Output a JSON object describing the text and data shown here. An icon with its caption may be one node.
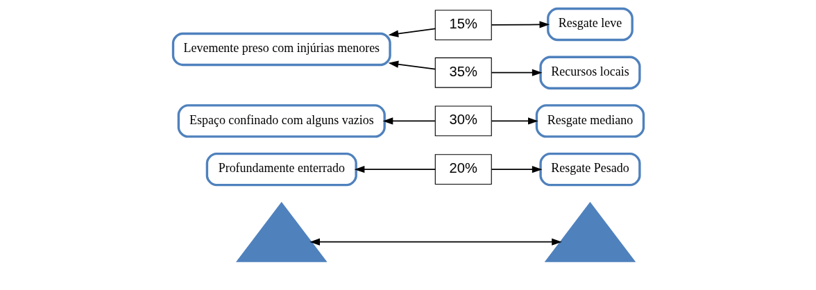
{
  "diagram": {
    "nodes": [
      {
        "text": [],
        "shape": "triangle"
      },
      {
        "text": [],
        "shape": "triangle"
      },
      {
        "text": [
          "Profundamente enterrado"
        ]
      },
      {
        "text": [
          "20%"
        ]
      },
      {
        "text": [
          "Resgate Pesado"
        ]
      },
      {
        "text": [
          "Espaço confinado com alguns vazios"
        ]
      },
      {
        "text": [
          "30%"
        ]
      },
      {
        "text": [
          "Resgate mediano"
        ]
      },
      {
        "text": [
          "Levemente preso com injúrias menores"
        ]
      },
      {
        "text": [
          "15%"
        ]
      },
      {
        "text": [
          "Resgate leve"
        ]
      },
      {
        "text": [
          "35%"
        ]
      },
      {
        "text": [
          "Recursos locais"
        ]
      }
    ],
    "edges": [
      {
        "from": 0,
        "to": 1,
        "arrow": "both"
      },
      {
        "from": 3,
        "to": 2,
        "arrow": "to"
      },
      {
        "from": 3,
        "to": 4,
        "arrow": "to"
      },
      {
        "from": 6,
        "to": 5,
        "arrow": "to"
      },
      {
        "from": 6,
        "to": 7,
        "arrow": "to"
      },
      {
        "from": 9,
        "to": 8,
        "arrow": "to"
      },
      {
        "from": 9,
        "to": 10,
        "arrow": "to"
      },
      {
        "from": 11,
        "to": 8,
        "arrow": "to"
      },
      {
        "from": 11,
        "to": 12,
        "arrow": "to"
      }
    ]
  }
}
